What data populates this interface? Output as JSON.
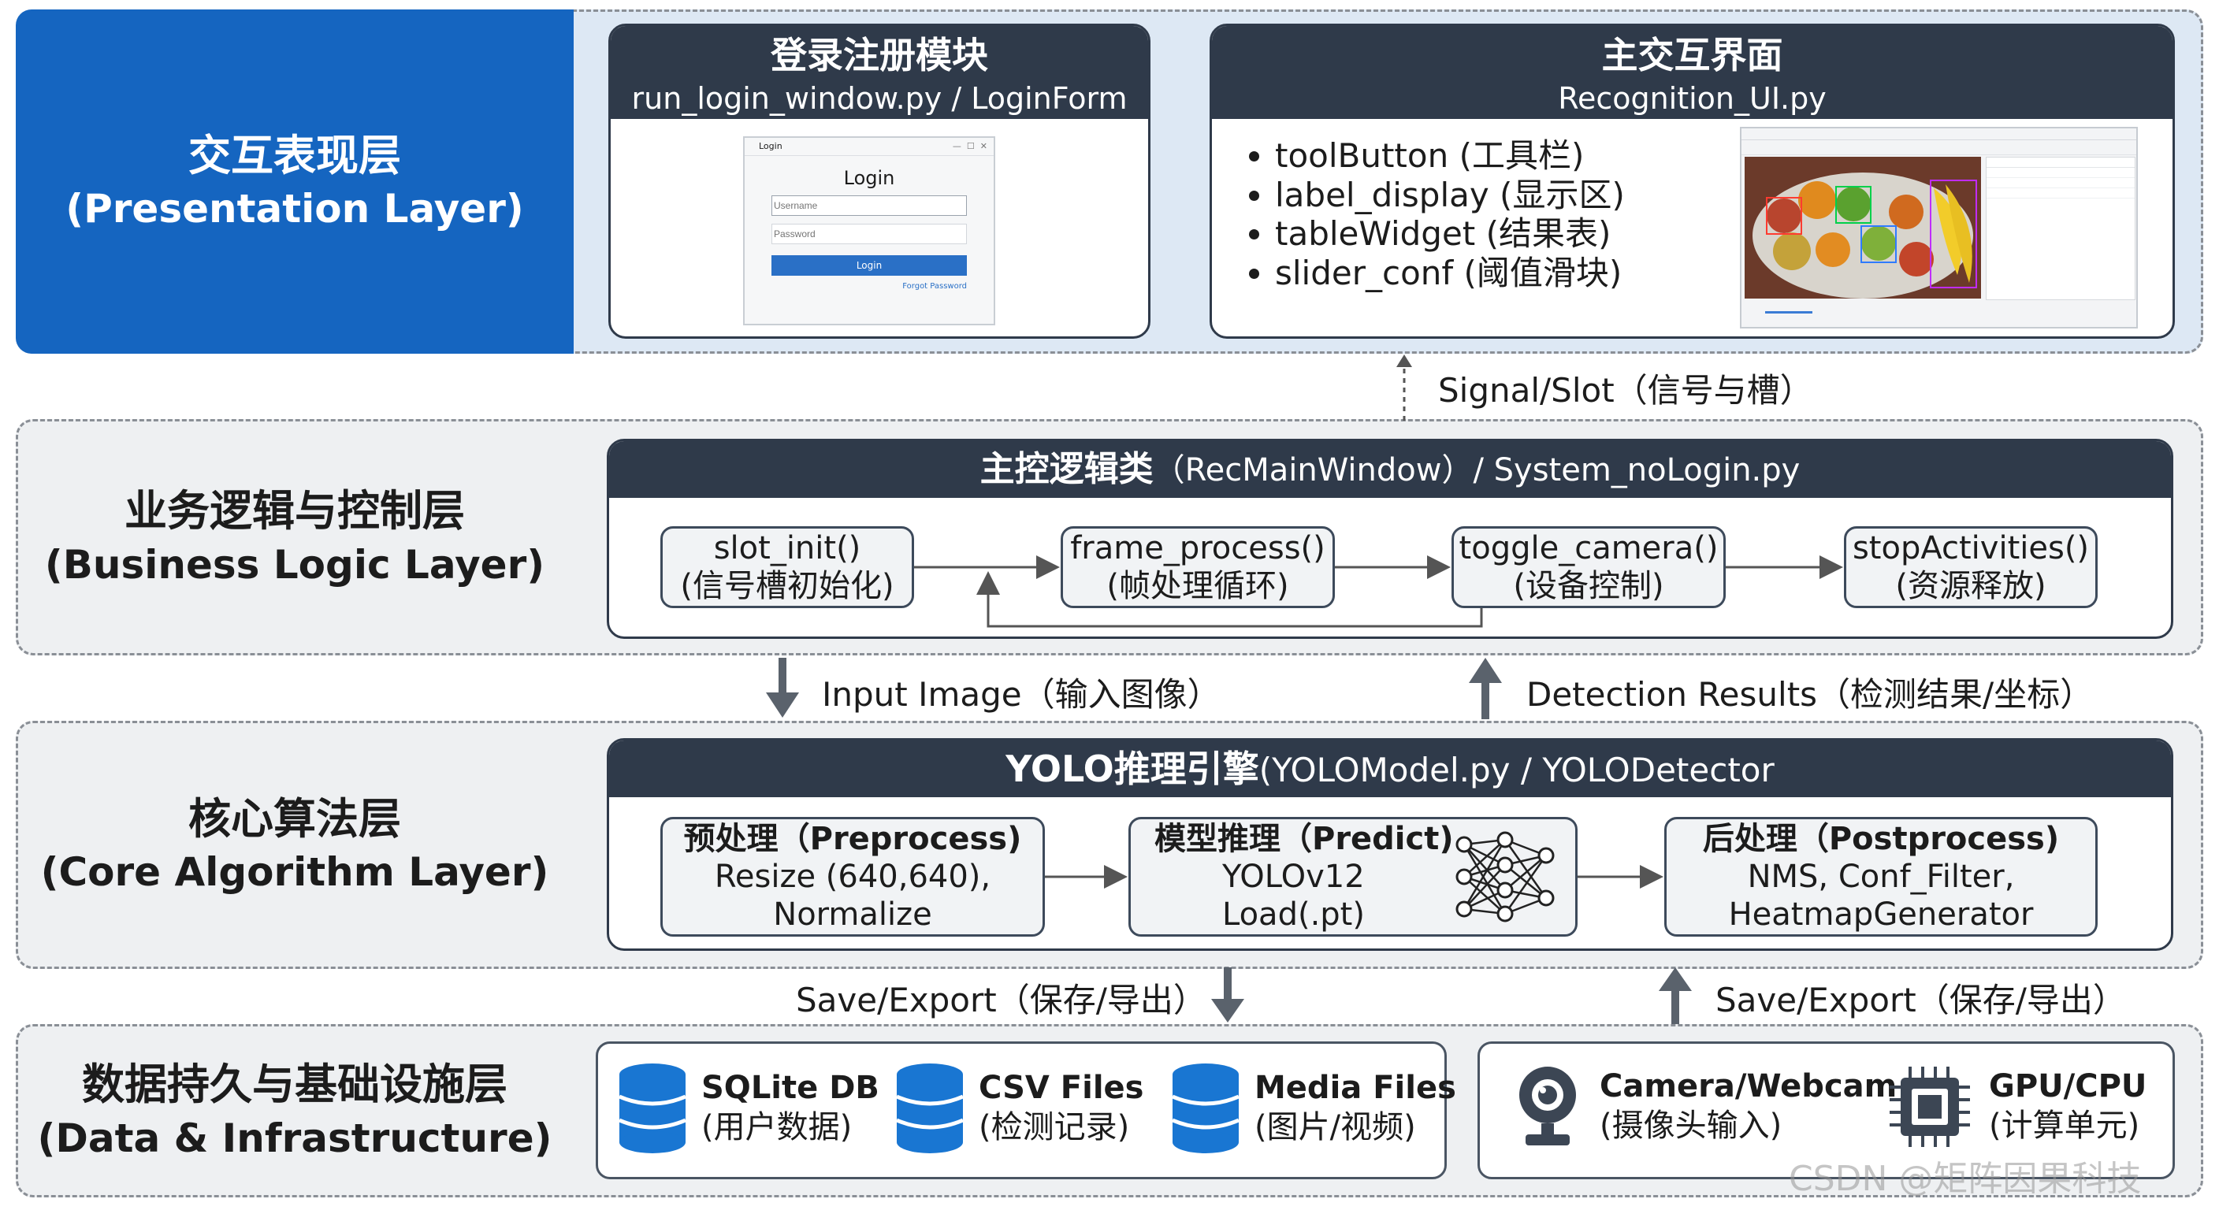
{
  "layers": {
    "presentation": {
      "zh": "交互表现层",
      "en": "(Presentation Layer)"
    },
    "business": {
      "zh": "业务逻辑与控制层",
      "en": "(Business Logic Layer)"
    },
    "core": {
      "zh": "核心算法层",
      "en": "(Core Algorithm Layer)"
    },
    "data": {
      "zh": "数据持久与基础设施层",
      "en": "(Data & Infrastructure)"
    }
  },
  "login_module": {
    "title": "登录注册模块",
    "subtitle": "run_login_window.py / LoginForm",
    "window": {
      "title": "Login",
      "heading": "Login",
      "username_placeholder": "Username",
      "password_placeholder": "Password",
      "button": "Login",
      "forgot": "Forgot Password"
    }
  },
  "main_ui": {
    "title": "主交互界面",
    "subtitle": "Recognition_UI.py",
    "bullets": [
      "toolButton (工具栏)",
      "label_display (显示区)",
      "tableWidget (结果表)",
      "slider_conf (阈值滑块)"
    ]
  },
  "connectors": {
    "signal_slot": "Signal/Slot（信号与槽）",
    "input_image": "Input Image（输入图像）",
    "detection_results": "Detection Results（检测结果/坐标）",
    "save_export_left": "Save/Export（保存/导出）",
    "save_export_right": "Save/Export（保存/导出）"
  },
  "main_control": {
    "title_bold": "主控逻辑类",
    "title_rest": "（RecMainWindow）/ System_noLogin.py",
    "steps": [
      {
        "name": "slot_init()",
        "desc": "(信号槽初始化)"
      },
      {
        "name": "frame_process()",
        "desc": "(帧处理循环)"
      },
      {
        "name": "toggle_camera()",
        "desc": "(设备控制)"
      },
      {
        "name": "stopActivities()",
        "desc": "(资源释放)"
      }
    ]
  },
  "yolo": {
    "title_bold": "YOLO推理引擎",
    "title_rest": "(YOLOModel.py / YOLODetector",
    "preprocess": {
      "title": "预处理（Preprocess)",
      "line1": "Resize (640,640),",
      "line2": "Normalize"
    },
    "predict": {
      "title": "模型推理（Predict)",
      "line1": "YOLOv12",
      "line2": "Load(.pt)"
    },
    "postprocess": {
      "title": "后处理（Postprocess)",
      "line1": "NMS, Conf_Filter,",
      "line2": "HeatmapGenerator"
    }
  },
  "storage": {
    "sqlite": {
      "title": "SQLite DB",
      "desc": "(用户数据)"
    },
    "csv": {
      "title": "CSV Files",
      "desc": "(检测记录)"
    },
    "media": {
      "title": "Media Files",
      "desc": "(图片/视频)"
    },
    "camera": {
      "title": "Camera/Webcam",
      "desc": "(摄像头输入)"
    },
    "gpu": {
      "title": "GPU/CPU",
      "desc": "(计算单元)"
    }
  },
  "watermark": "CSDN @矩阵因果科技",
  "colors": {
    "presentation_blue": "#1565c0",
    "panel_dark": "#2f3a4a",
    "db_blue": "#1976d2"
  }
}
